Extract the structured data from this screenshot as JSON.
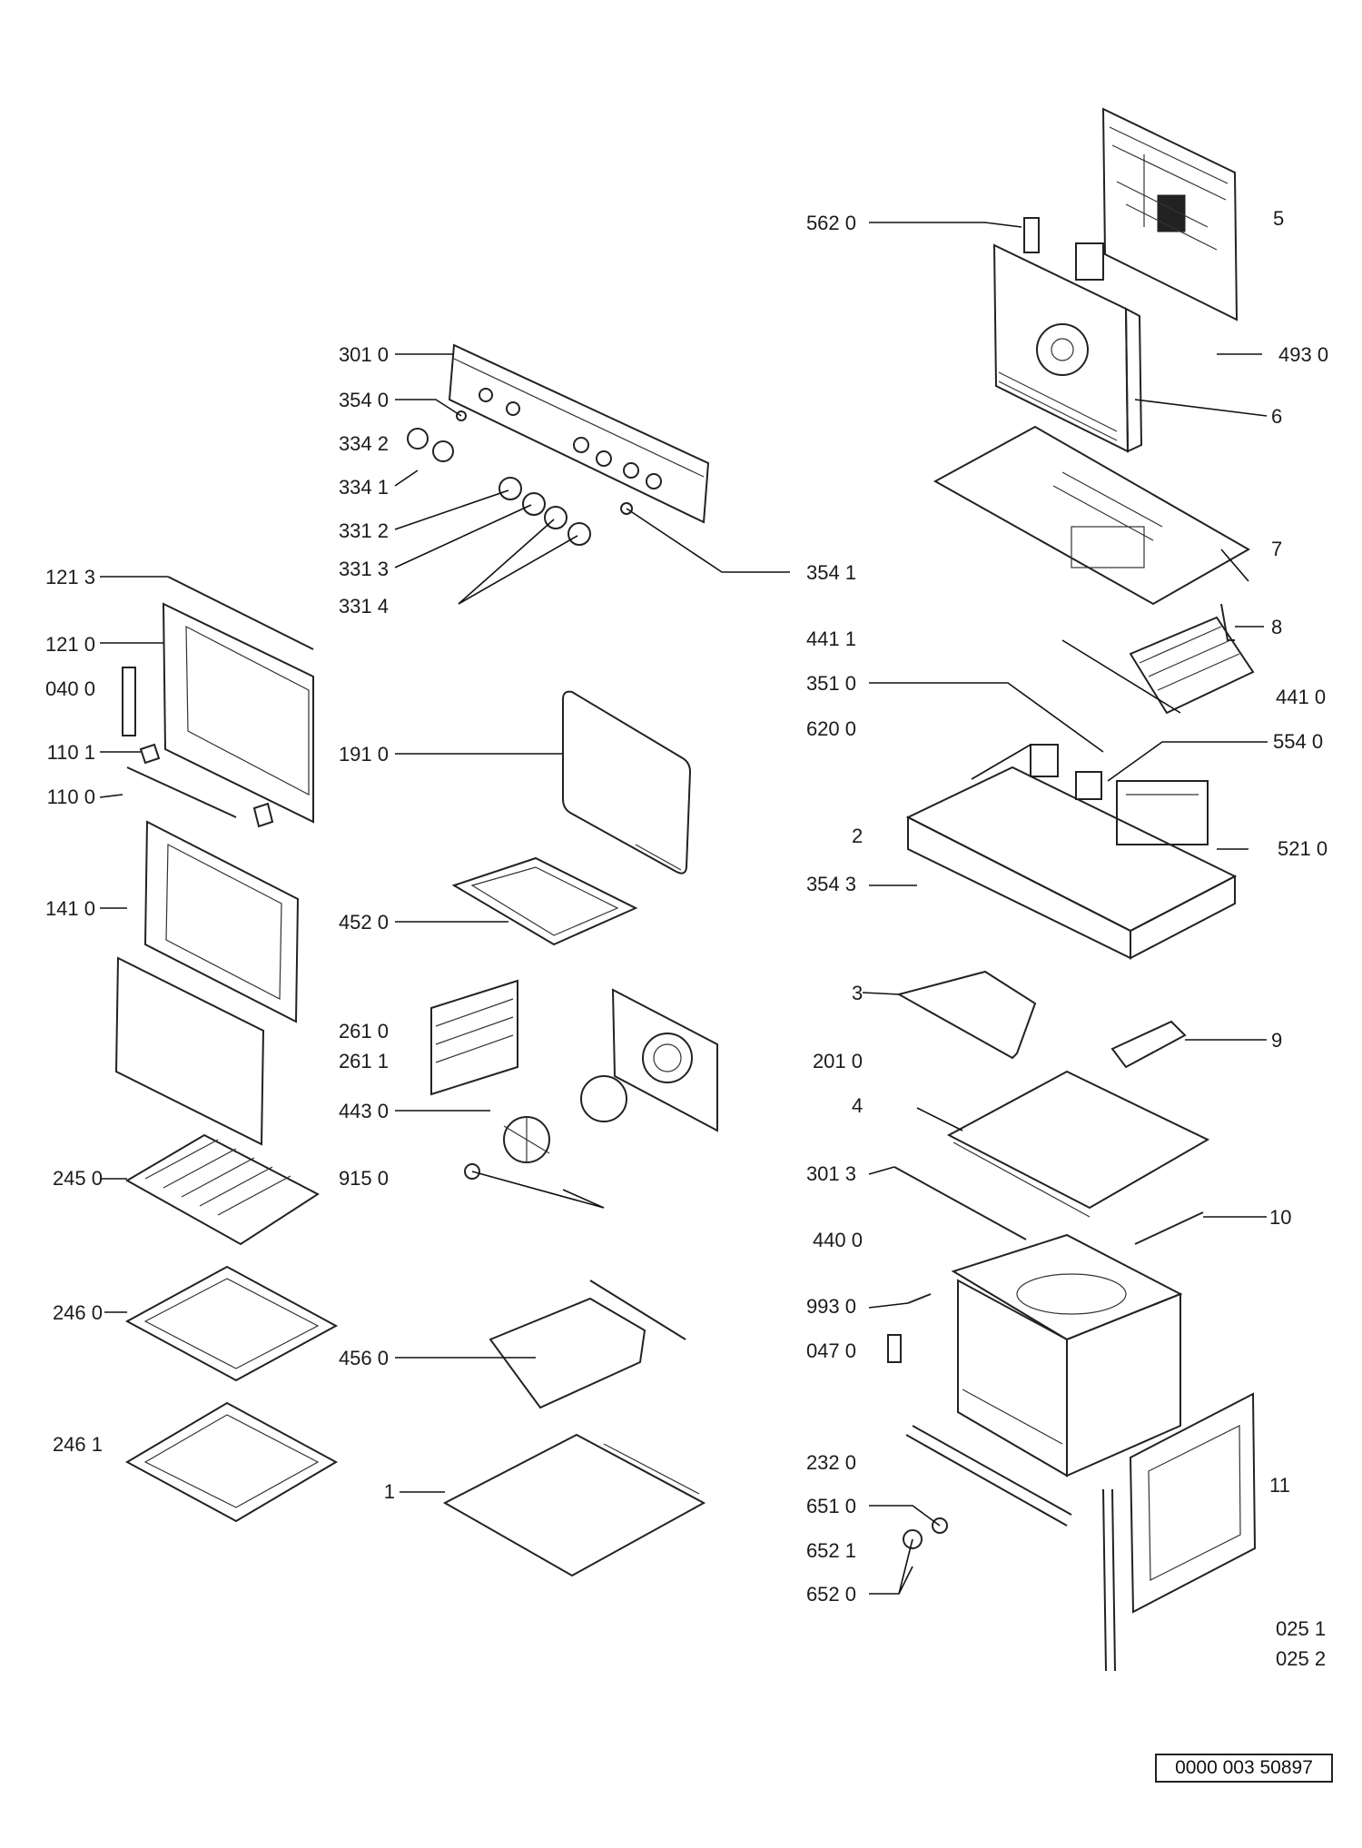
{
  "diagram": {
    "labels": [
      {
        "id": "l-5620",
        "text": "562 0"
      },
      {
        "id": "l-5",
        "text": "5"
      },
      {
        "id": "l-4930",
        "text": "493 0"
      },
      {
        "id": "l-6",
        "text": "6"
      },
      {
        "id": "l-7",
        "text": "7"
      },
      {
        "id": "l-8",
        "text": "8"
      },
      {
        "id": "l-4411",
        "text": "441 1"
      },
      {
        "id": "l-3510",
        "text": "351 0"
      },
      {
        "id": "l-4410",
        "text": "441 0"
      },
      {
        "id": "l-6200",
        "text": "620 0"
      },
      {
        "id": "l-5540",
        "text": "554 0"
      },
      {
        "id": "l-2",
        "text": "2"
      },
      {
        "id": "l-5210",
        "text": "521 0"
      },
      {
        "id": "l-3543",
        "text": "354 3"
      },
      {
        "id": "l-3",
        "text": "3"
      },
      {
        "id": "l-9",
        "text": "9"
      },
      {
        "id": "l-2010",
        "text": "201 0"
      },
      {
        "id": "l-4",
        "text": "4"
      },
      {
        "id": "l-3013",
        "text": "301 3"
      },
      {
        "id": "l-10",
        "text": "10"
      },
      {
        "id": "l-4400",
        "text": "440 0"
      },
      {
        "id": "l-9930",
        "text": "993 0"
      },
      {
        "id": "l-0470",
        "text": "047 0"
      },
      {
        "id": "l-2320",
        "text": "232 0"
      },
      {
        "id": "l-11",
        "text": "11"
      },
      {
        "id": "l-6510",
        "text": "651 0"
      },
      {
        "id": "l-6521",
        "text": "652 1"
      },
      {
        "id": "l-6520",
        "text": "652 0"
      },
      {
        "id": "l-0251",
        "text": "025 1"
      },
      {
        "id": "l-0252",
        "text": "025 2"
      },
      {
        "id": "l-3010",
        "text": "301 0"
      },
      {
        "id": "l-3540",
        "text": "354 0"
      },
      {
        "id": "l-3342",
        "text": "334 2"
      },
      {
        "id": "l-3341",
        "text": "334 1"
      },
      {
        "id": "l-3312",
        "text": "331 2"
      },
      {
        "id": "l-3313",
        "text": "331 3"
      },
      {
        "id": "l-3314",
        "text": "331 4"
      },
      {
        "id": "l-3541",
        "text": "354 1"
      },
      {
        "id": "l-1213",
        "text": "121 3"
      },
      {
        "id": "l-1210",
        "text": "121 0"
      },
      {
        "id": "l-0400",
        "text": "040 0"
      },
      {
        "id": "l-1101",
        "text": "110 1"
      },
      {
        "id": "l-1100",
        "text": "110 0"
      },
      {
        "id": "l-1410",
        "text": "141 0"
      },
      {
        "id": "l-1910",
        "text": "191 0"
      },
      {
        "id": "l-4520",
        "text": "452 0"
      },
      {
        "id": "l-2610",
        "text": "261 0"
      },
      {
        "id": "l-2611",
        "text": "261 1"
      },
      {
        "id": "l-4430",
        "text": "443 0"
      },
      {
        "id": "l-2450",
        "text": "245 0"
      },
      {
        "id": "l-9150",
        "text": "915 0"
      },
      {
        "id": "l-2460",
        "text": "246 0"
      },
      {
        "id": "l-4560",
        "text": "456 0"
      },
      {
        "id": "l-2461",
        "text": "246 1"
      },
      {
        "id": "l-1",
        "text": "1"
      }
    ],
    "document_number": "0000 003 50897"
  }
}
